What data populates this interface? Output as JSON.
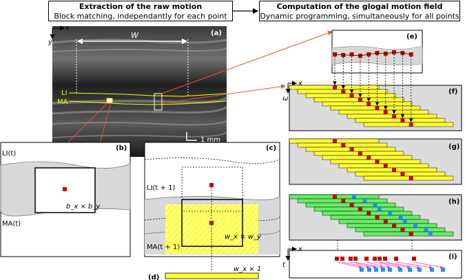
{
  "header_left": {
    "title": "Extraction of the raw motion",
    "subtitle": "Block matching, independantly for each point"
  },
  "header_right": {
    "title": "Computation of the glogal motion field",
    "subtitle": "Dynamic programming, simultaneously for all points"
  },
  "panel_a": {
    "tag": "(a)",
    "axis_x": "x",
    "axis_y": "y",
    "width_label": "W",
    "li_label": "LI",
    "ma_label": "MA",
    "scale_label": "1 mm"
  },
  "panel_b": {
    "tag": "(b)",
    "li_label": "LI(t)",
    "ma_label": "MA(t)",
    "block_label": "b_x × b_y"
  },
  "panel_c": {
    "tag": "(c)",
    "li_label": "LI(t + 1)",
    "ma_label": "MA(t + 1)",
    "window_label": "w_x × w_y"
  },
  "panel_d": {
    "tag": "(d)",
    "window_label": "w_x × 1"
  },
  "panel_e": {
    "tag": "(e)"
  },
  "panel_f": {
    "tag": "(f)",
    "axis_x": "x",
    "axis_y": "ω"
  },
  "panel_g": {
    "tag": "(g)"
  },
  "panel_h": {
    "tag": "(h)"
  },
  "panel_i": {
    "tag": "(i)",
    "axis_x": "x",
    "axis_y": "t"
  },
  "colors": {
    "yellow": "#ffff33",
    "green": "#66ee66",
    "red": "#cc0000",
    "blue": "#1e90ff",
    "orange": "#e8542a",
    "gray": "#d8d8d8",
    "pink": "#dd44aa"
  }
}
